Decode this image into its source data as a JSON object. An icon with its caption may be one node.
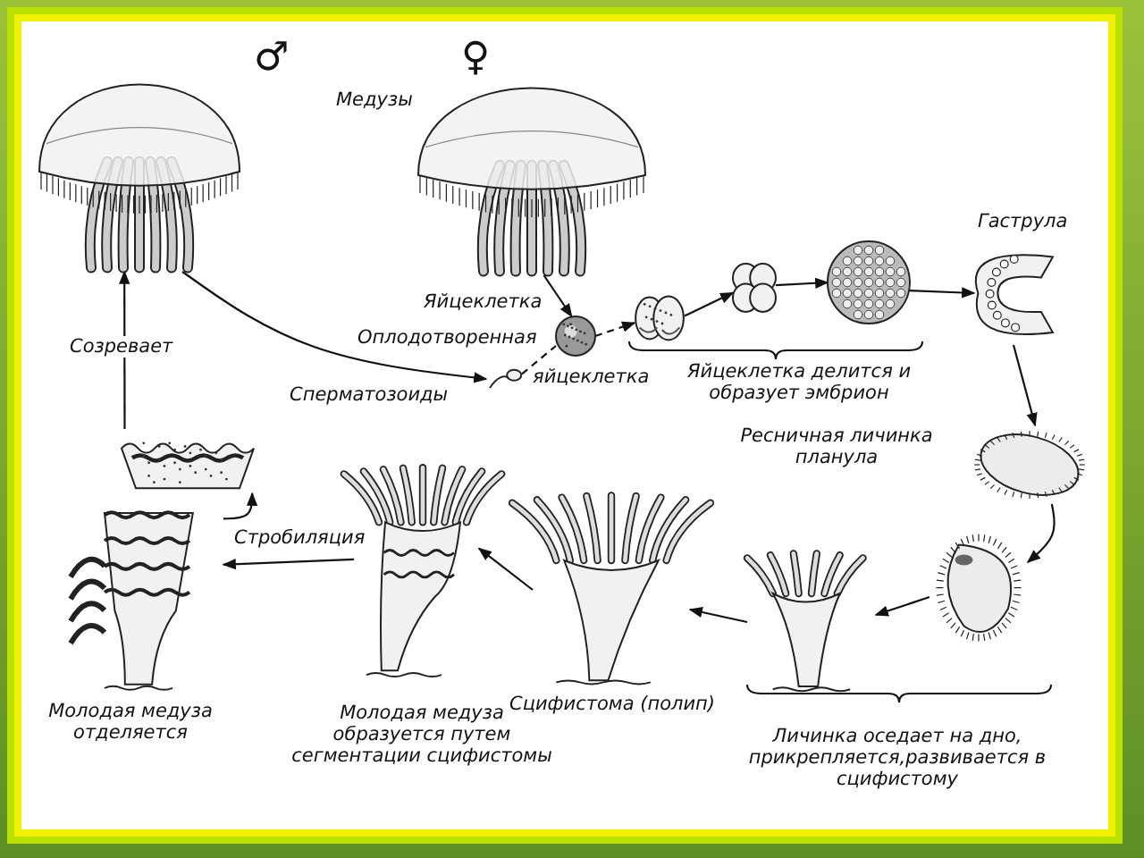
{
  "diagram": {
    "nodes": [
      {
        "text": [],
        "shape": "picture",
        "beside": [
          "♂"
        ]
      },
      {
        "text": [],
        "shape": "picture",
        "beside": [
          "♀"
        ]
      },
      {
        "text": [],
        "shape": "picture",
        "beside": [
          "Сперматозоиды"
        ]
      },
      {
        "text": [],
        "shape": "picture",
        "beside": [
          "Оплодотворенная",
          "яйцеклетка"
        ]
      },
      {
        "text": [],
        "shape": "picture"
      },
      {
        "text": [],
        "shape": "picture"
      },
      {
        "text": [],
        "shape": "picture"
      },
      {
        "text": [],
        "shape": "picture",
        "beside": [
          "Гаструла"
        ]
      },
      {
        "text": [],
        "shape": "picture",
        "beside": [
          "Ресничная личинка планула"
        ]
      },
      {
        "text": [],
        "shape": "picture"
      },
      {
        "text": [],
        "shape": "picture"
      },
      {
        "text": [],
        "shape": "picture",
        "beside": [
          "Сцифистома (полип)"
        ]
      },
      {
        "text": [],
        "shape": "picture",
        "beside": [
          "Молодая медуза образуется путем сегментации сцифистомы"
        ]
      },
      {
        "text": [],
        "shape": "picture",
        "beside": [
          "Молодая медуза отделяется"
        ]
      },
      {
        "text": [],
        "shape": "picture"
      }
    ],
    "edges": [
      {
        "from": 0,
        "to": 2,
        "arrow": "to"
      },
      {
        "from": 1,
        "to": 3,
        "arrow": "to",
        "label": "Яйцеклетка"
      },
      {
        "from": 2,
        "to": 3,
        "arrow": "none",
        "style": "dashed"
      },
      {
        "from": 3,
        "to": 4,
        "arrow": "to",
        "style": "dashed"
      },
      {
        "from": 4,
        "to": 5,
        "arrow": "to"
      },
      {
        "from": 5,
        "to": 6,
        "arrow": "to"
      },
      {
        "from": 6,
        "to": 7,
        "arrow": "to"
      },
      {
        "from": 7,
        "to": 8,
        "arrow": "to"
      },
      {
        "from": 8,
        "to": 9,
        "arrow": "to"
      },
      {
        "from": 9,
        "to": 10,
        "arrow": "to"
      },
      {
        "from": 10,
        "to": 11,
        "arrow": "to"
      },
      {
        "from": 11,
        "to": 12,
        "arrow": "to"
      },
      {
        "from": 12,
        "to": 13,
        "arrow": "to"
      },
      {
        "from": 13,
        "to": 14,
        "arrow": "to",
        "label": "Стробиляция"
      },
      {
        "from": 14,
        "to": 0,
        "arrow": "to",
        "label": "Созревает"
      }
    ],
    "labels": [
      "Медузы",
      "Яйцеклетка делится и образует эмбрион",
      "Личинка оседает на дно, прикрепляется,развивается в сцифистому"
    ]
  }
}
